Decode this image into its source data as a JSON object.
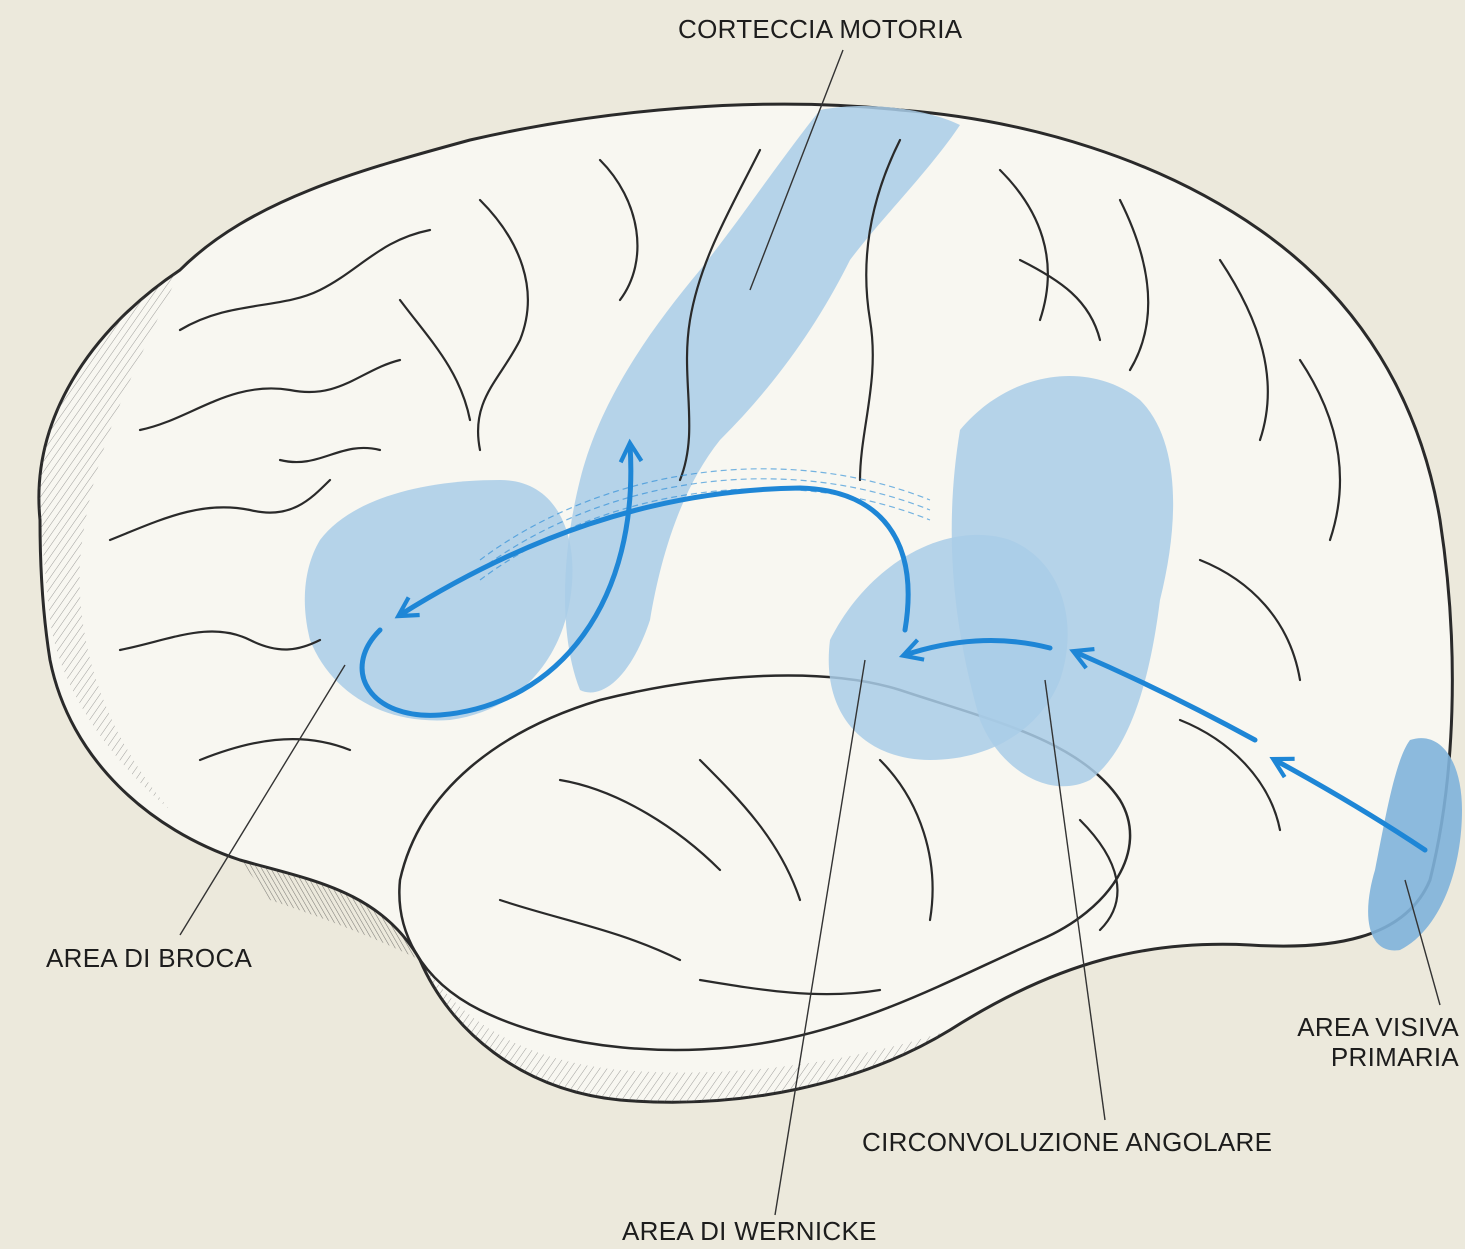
{
  "labels": {
    "motor_cortex": "CORTECCIA MOTORIA",
    "broca": "AREA DI BROCA",
    "visual_area_line1": "AREA VISIVA",
    "visual_area_line2": "PRIMARIA",
    "angular_gyrus": "CIRCONVOLUZIONE ANGOLARE",
    "wernicke": "AREA DI WERNICKE"
  },
  "colors": {
    "background": "#ece9dc",
    "brain_fill": "#f8f7f1",
    "outline": "#2a2a2a",
    "highlight": "#a9cde7",
    "highlight_dark": "#7fb3da",
    "arrow": "#1e86d6",
    "leader_line": "#333333",
    "label_text": "#1d1d1d"
  }
}
